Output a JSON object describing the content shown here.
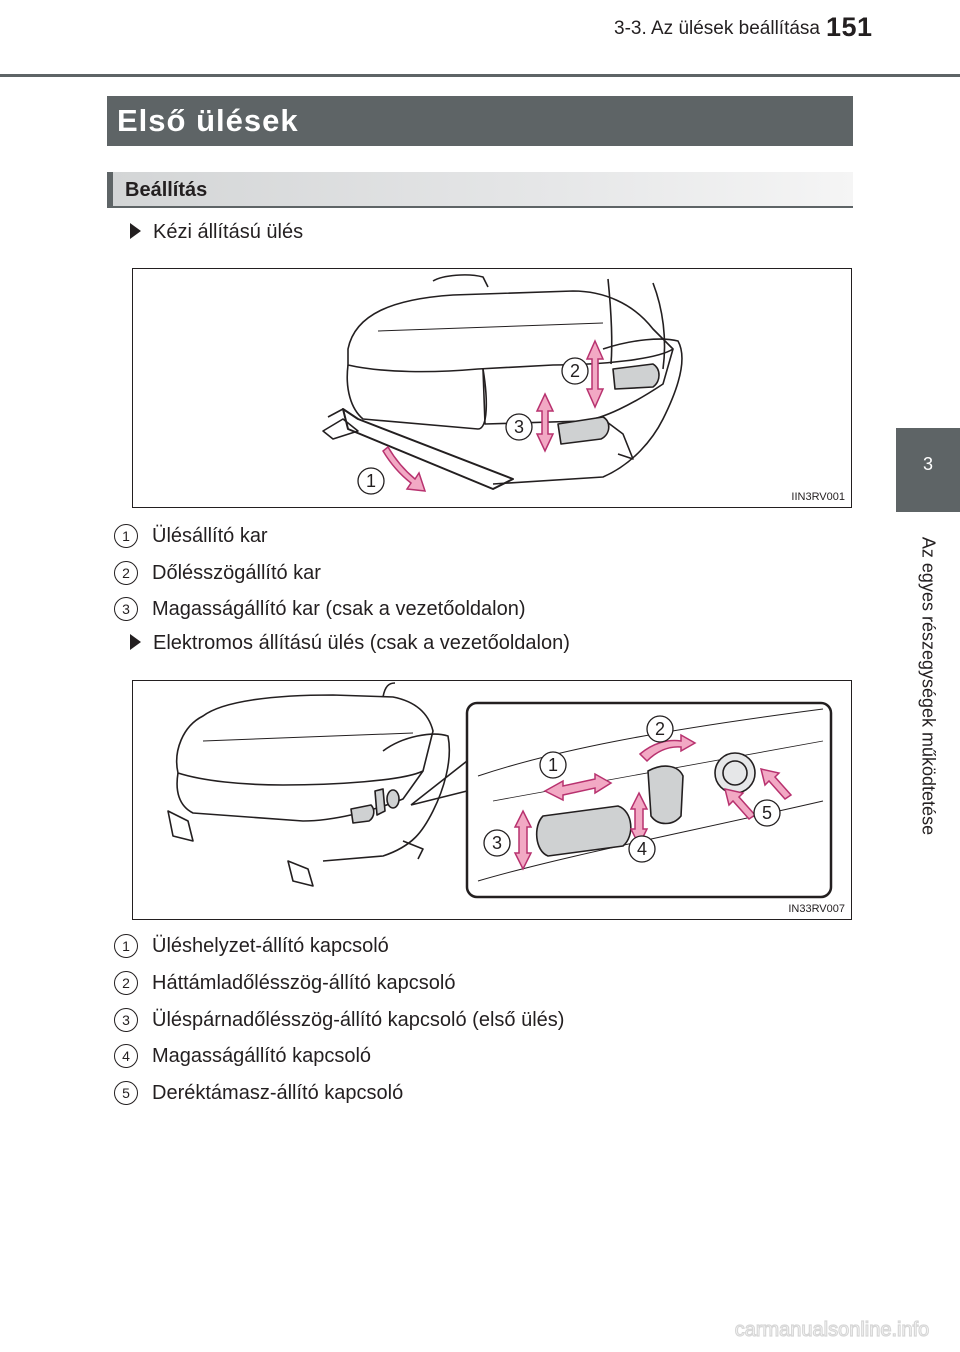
{
  "header": {
    "section": "3-3. Az ülések beállítása",
    "page_number": "151"
  },
  "side_tab": {
    "chapter": "3",
    "label": "Az egyes részegységek működtetése"
  },
  "title": "Első ülések",
  "subheading": "Beállítás",
  "manual_seat": {
    "bullet": "Kézi állítású ülés",
    "figure_code": "IIN3RV001",
    "callouts": [
      "1",
      "2",
      "3"
    ],
    "items": [
      {
        "num": "1",
        "text": "Ülésállító kar"
      },
      {
        "num": "2",
        "text": "Dőlésszögállító kar"
      },
      {
        "num": "3",
        "text": "Magasságállító kar (csak a vezetőoldalon)"
      }
    ]
  },
  "power_seat": {
    "bullet": "Elektromos állítású ülés (csak a vezetőoldalon)",
    "figure_code": "IN33RV007",
    "callouts": [
      "1",
      "2",
      "3",
      "4",
      "5"
    ],
    "items": [
      {
        "num": "1",
        "text": "Üléshelyzet-állító kapcsoló"
      },
      {
        "num": "2",
        "text": "Háttámladőlésszög-állító kapcsoló"
      },
      {
        "num": "3",
        "text": "Üléspárnadőlésszög-állító kapcsoló (első ülés)"
      },
      {
        "num": "4",
        "text": "Magasságállító kapcsoló"
      },
      {
        "num": "5",
        "text": "Deréktámasz-állító kapcsoló"
      }
    ]
  },
  "watermark": "carmanualsonline.info",
  "colors": {
    "bar": "#5e6466",
    "arrow_fill": "#f2a9c4",
    "arrow_stroke": "#b8326f",
    "text": "#231f20"
  }
}
